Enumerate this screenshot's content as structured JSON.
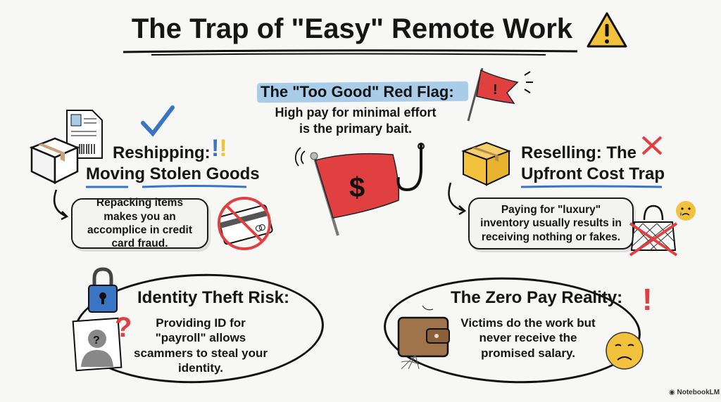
{
  "title": "The Trap of \"Easy\" Remote Work",
  "red_flag": {
    "heading": "The \"Too Good\" Red Flag:",
    "line1": "High pay for minimal effort",
    "line2": "is the primary bait.",
    "flag_symbol": "$"
  },
  "reshipping": {
    "title1": "Reshipping:",
    "title2": "Moving Stolen Goods",
    "body": "Repacking items makes you an accomplice in credit card fraud."
  },
  "reselling": {
    "title1": "Reselling: The",
    "title2": "Upfront Cost Trap",
    "body": "Paying for \"luxury\" inventory usually results in receiving nothing or fakes."
  },
  "identity": {
    "title": "Identity Theft Risk:",
    "body": "Providing ID for \"payroll\" allows scammers to steal your identity."
  },
  "zero_pay": {
    "title": "The Zero Pay Reality:",
    "body": "Victims do the work but never receive the promised salary."
  },
  "watermark": "NotebookLM",
  "colors": {
    "red": "#e04040",
    "blue": "#3a74c4",
    "yellow": "#f2c23c",
    "highlight": "#a9cde8"
  }
}
